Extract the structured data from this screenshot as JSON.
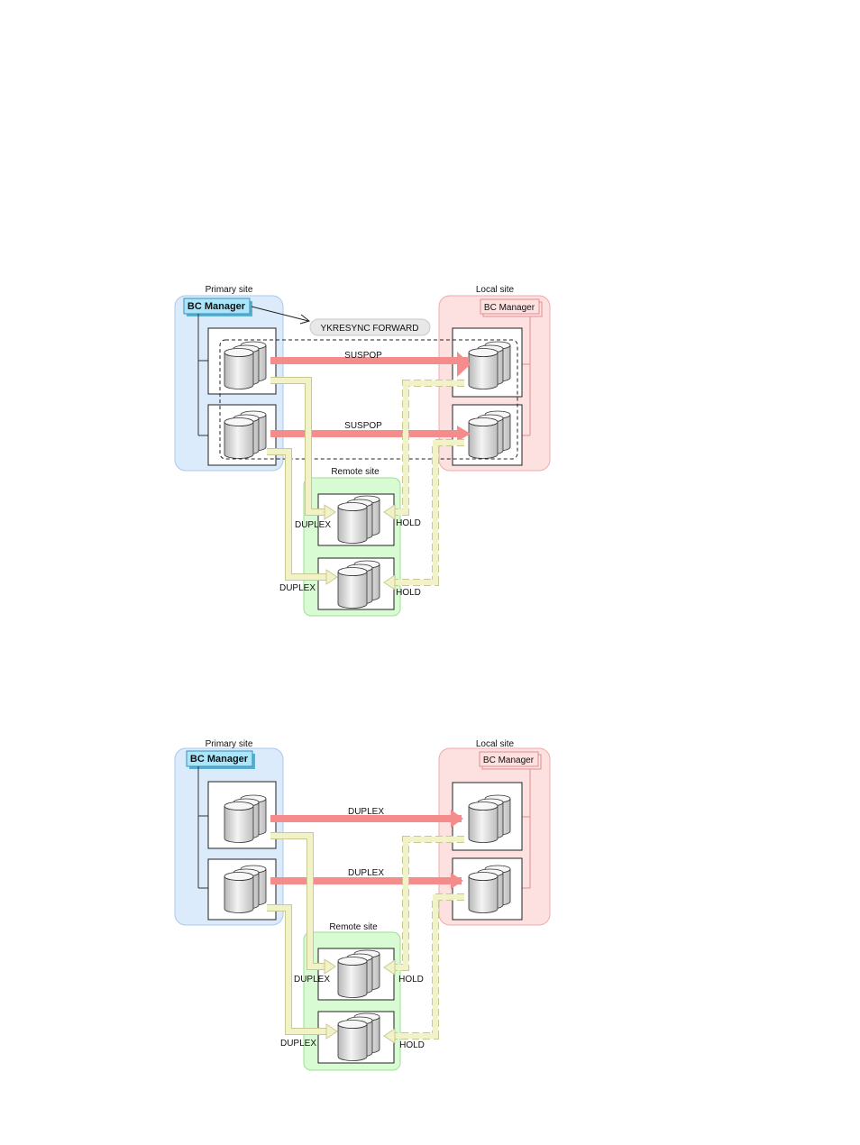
{
  "diagrams": [
    {
      "primary_site_label": "Primary site",
      "local_site_label": "Local site",
      "remote_site_label": "Remote site",
      "primary_bc_manager": "BC Manager",
      "local_bc_manager": "BC Manager",
      "command_label": "YKRESYNC FORWARD",
      "primary_local_pairs": [
        "SUSPOP",
        "SUSPOP"
      ],
      "primary_remote_pairs": [
        "DUPLEX",
        "DUPLEX"
      ],
      "local_remote_pairs": [
        "HOLD",
        "HOLD"
      ]
    },
    {
      "primary_site_label": "Primary site",
      "local_site_label": "Local site",
      "remote_site_label": "Remote site",
      "primary_bc_manager": "BC Manager",
      "local_bc_manager": "BC Manager",
      "primary_local_pairs": [
        "DUPLEX",
        "DUPLEX"
      ],
      "primary_remote_pairs": [
        "DUPLEX",
        "DUPLEX"
      ],
      "local_remote_pairs": [
        "HOLD",
        "HOLD"
      ]
    }
  ],
  "colors": {
    "primary_site_fill": "#dcebfb",
    "primary_site_stroke": "#a9c8ec",
    "local_site_fill": "#fde0e0",
    "local_site_stroke": "#f2a8a8",
    "remote_site_fill": "#d9fbd4",
    "remote_site_stroke": "#9fdd95",
    "primary_local_arrow": "#f48c8c",
    "remote_arrow_fill": "#f2f2c8",
    "remote_arrow_stroke": "#c9c98f",
    "bc_manager_primary_fill": "#a9e6fb",
    "bc_manager_local_fill": "#fde0e0"
  }
}
